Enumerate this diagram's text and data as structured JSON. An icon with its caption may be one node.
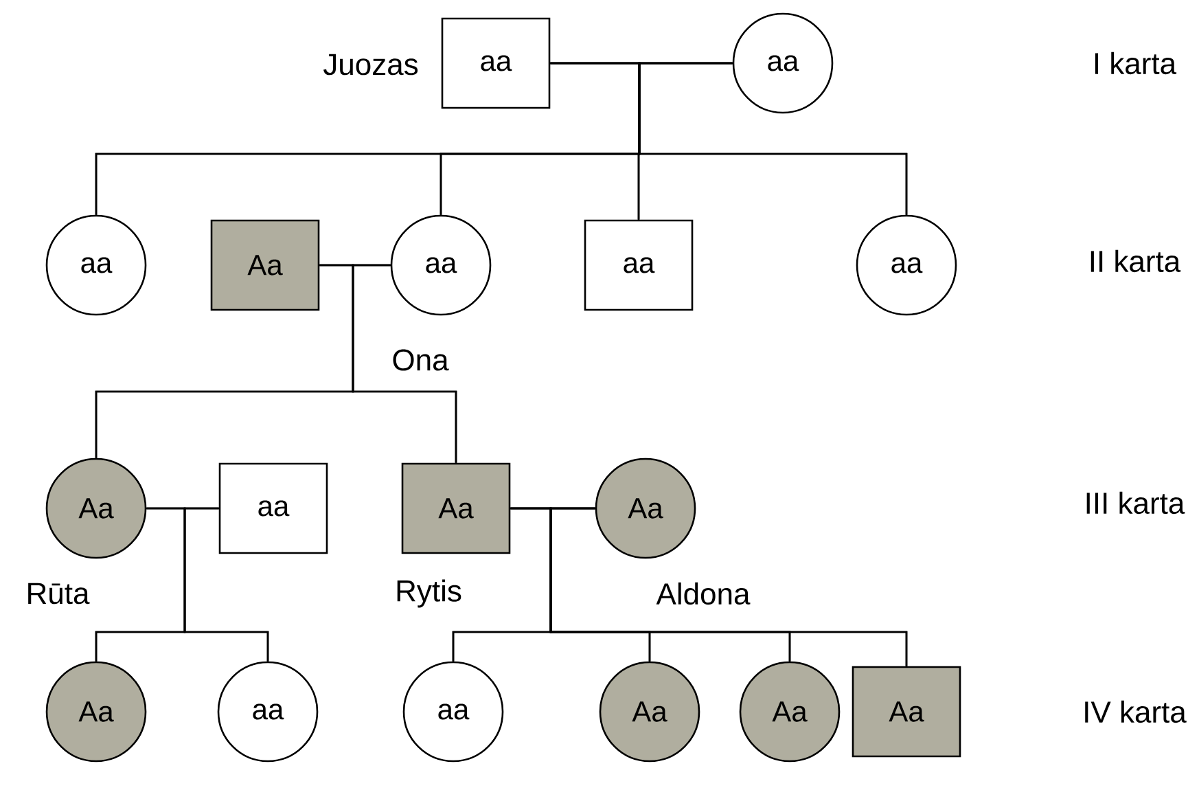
{
  "diagram": {
    "nodes": [
      {
        "text": [
          "aa"
        ],
        "beside": [
          "Juozas"
        ]
      },
      {
        "text": [
          "aa"
        ]
      },
      {
        "text": [
          "aa"
        ]
      },
      {
        "text": [
          "Aa"
        ]
      },
      {
        "text": [
          "aa"
        ],
        "beside": [
          "Ona"
        ]
      },
      {
        "text": [
          "aa"
        ]
      },
      {
        "text": [
          "aa"
        ]
      },
      {
        "text": [
          "Aa"
        ],
        "beside": [
          "Rūta"
        ]
      },
      {
        "text": [
          "aa"
        ]
      },
      {
        "text": [
          "Aa"
        ],
        "beside": [
          "Rytis"
        ]
      },
      {
        "text": [
          "Aa"
        ],
        "beside": [
          "Aldona"
        ]
      },
      {
        "text": [
          "Aa"
        ]
      },
      {
        "text": [
          "aa"
        ]
      },
      {
        "text": [
          "aa"
        ]
      },
      {
        "text": [
          "Aa"
        ]
      },
      {
        "text": [
          "Aa"
        ]
      },
      {
        "text": [
          "Aa"
        ]
      }
    ],
    "edges": [
      {
        "from": 0,
        "to": 1,
        "arrow": "none"
      },
      {
        "from": 0,
        "to": 2,
        "arrow": "none"
      },
      {
        "from": 1,
        "to": 2,
        "arrow": "none"
      },
      {
        "from": 0,
        "to": 4,
        "arrow": "none"
      },
      {
        "from": 1,
        "to": 4,
        "arrow": "none"
      },
      {
        "from": 0,
        "to": 5,
        "arrow": "none"
      },
      {
        "from": 1,
        "to": 5,
        "arrow": "none"
      },
      {
        "from": 0,
        "to": 6,
        "arrow": "none"
      },
      {
        "from": 1,
        "to": 6,
        "arrow": "none"
      },
      {
        "from": 3,
        "to": 4,
        "arrow": "none"
      },
      {
        "from": 3,
        "to": 7,
        "arrow": "none"
      },
      {
        "from": 4,
        "to": 7,
        "arrow": "none"
      },
      {
        "from": 3,
        "to": 9,
        "arrow": "none"
      },
      {
        "from": 4,
        "to": 9,
        "arrow": "none"
      },
      {
        "from": 7,
        "to": 8,
        "arrow": "none"
      },
      {
        "from": 7,
        "to": 11,
        "arrow": "none"
      },
      {
        "from": 8,
        "to": 11,
        "arrow": "none"
      },
      {
        "from": 7,
        "to": 12,
        "arrow": "none"
      },
      {
        "from": 8,
        "to": 12,
        "arrow": "none"
      },
      {
        "from": 9,
        "to": 10,
        "arrow": "none"
      },
      {
        "from": 9,
        "to": 13,
        "arrow": "none"
      },
      {
        "from": 10,
        "to": 13,
        "arrow": "none"
      },
      {
        "from": 9,
        "to": 14,
        "arrow": "none"
      },
      {
        "from": 10,
        "to": 14,
        "arrow": "none"
      },
      {
        "from": 9,
        "to": 15,
        "arrow": "none"
      },
      {
        "from": 10,
        "to": 15,
        "arrow": "none"
      },
      {
        "from": 9,
        "to": 16,
        "arrow": "none"
      },
      {
        "from": 10,
        "to": 16,
        "arrow": "none"
      }
    ],
    "labels": [
      "I karta",
      "II karta",
      "III karta",
      "IV karta"
    ]
  }
}
